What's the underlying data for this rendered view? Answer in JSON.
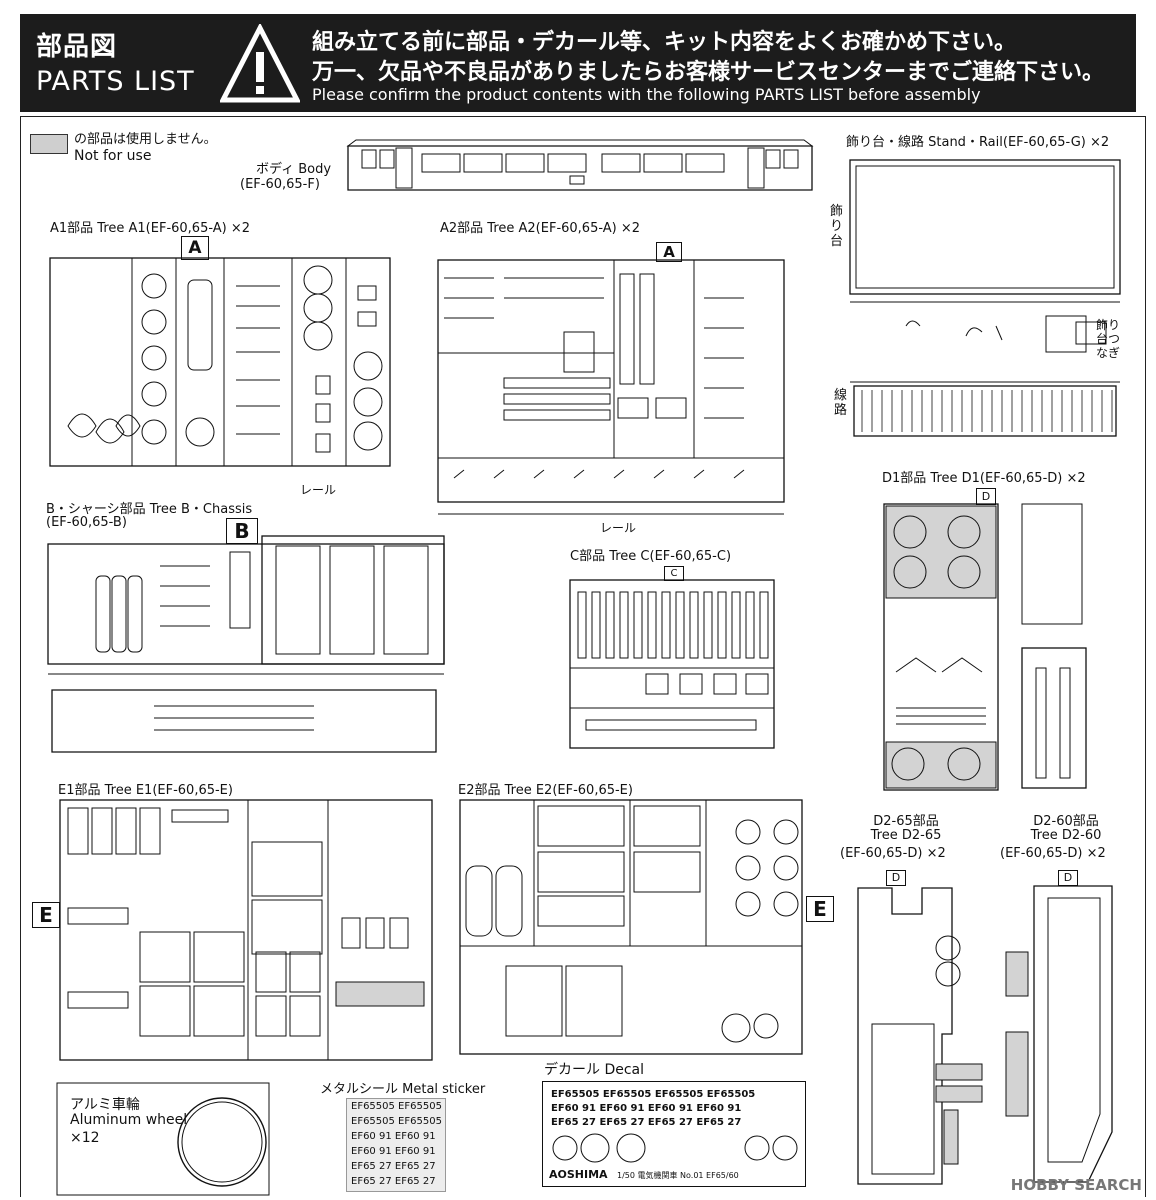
{
  "header": {
    "title_jp": "部品図",
    "title_en": "PARTS LIST",
    "line1": "組み立てる前に部品・デカール等、キット内容をよくお確かめ下さい。",
    "line2": "万一、欠品や不良品がありましたらお客様サービスセンターまでご連絡下さい。",
    "line3": "Please confirm the product contents with the following PARTS LIST before assembly"
  },
  "legend": {
    "jp": "の部品は使用しません。",
    "en": "Not for use"
  },
  "body": {
    "jp": "ボディ Body",
    "code": "(EF-60,65-F)"
  },
  "stand": {
    "label": "飾り台・線路 Stand・Rail(EF-60,65-G) ×2",
    "deco": "飾り台",
    "conn": "飾り台つなぎ",
    "rail": "線路"
  },
  "tree_a1": {
    "label": "A1部品 Tree A1(EF-60,65-A) ×2",
    "tag": "A",
    "rail": "レール"
  },
  "tree_a2": {
    "label": "A2部品 Tree A2(EF-60,65-A) ×2",
    "tag": "A",
    "rail": "レール"
  },
  "tree_b": {
    "label": "B・シャーシ部品 Tree B・Chassis",
    "code": "(EF-60,65-B)",
    "tag": "B"
  },
  "tree_c": {
    "label": "C部品 Tree C(EF-60,65-C)",
    "tag": "C"
  },
  "tree_d1": {
    "label": "D1部品 Tree D1(EF-60,65-D) ×2",
    "tag": "D"
  },
  "tree_e1": {
    "label": "E1部品 Tree E1(EF-60,65-E)",
    "tag": "E"
  },
  "tree_e2": {
    "label": "E2部品 Tree E2(EF-60,65-E)",
    "tag": "E"
  },
  "tree_d265": {
    "l1": "D2-65部品",
    "l2": "Tree D2-65",
    "l3": "(EF-60,65-D) ×2",
    "tag": "D"
  },
  "tree_d260": {
    "l1": "D2-60部品",
    "l2": "Tree D2-60",
    "l3": "(EF-60,65-D) ×2",
    "tag": "D"
  },
  "wheel": {
    "jp": "アルミ車輪",
    "en": "Aluminum wheel",
    "qty": "×12"
  },
  "metal": {
    "label": "メタルシール Metal sticker",
    "rows": [
      "EF65505 EF65505",
      "EF65505 EF65505",
      "EF60 91 EF60 91",
      "EF60 91 EF60 91",
      "EF65 27 EF65 27",
      "EF65 27 EF65 27"
    ]
  },
  "decal": {
    "label": "デカール Decal",
    "rows": [
      "EF65505 EF65505 EF65505 EF65505",
      "EF60 91 EF60 91 EF60 91 EF60 91",
      "EF65 27 EF65 27 EF65 27 EF65 27"
    ],
    "brand": "AOSHIMA",
    "foot": "1/50 電気機関車 No.01 EF65/60"
  },
  "watermark": "HOBBY SEARCH"
}
